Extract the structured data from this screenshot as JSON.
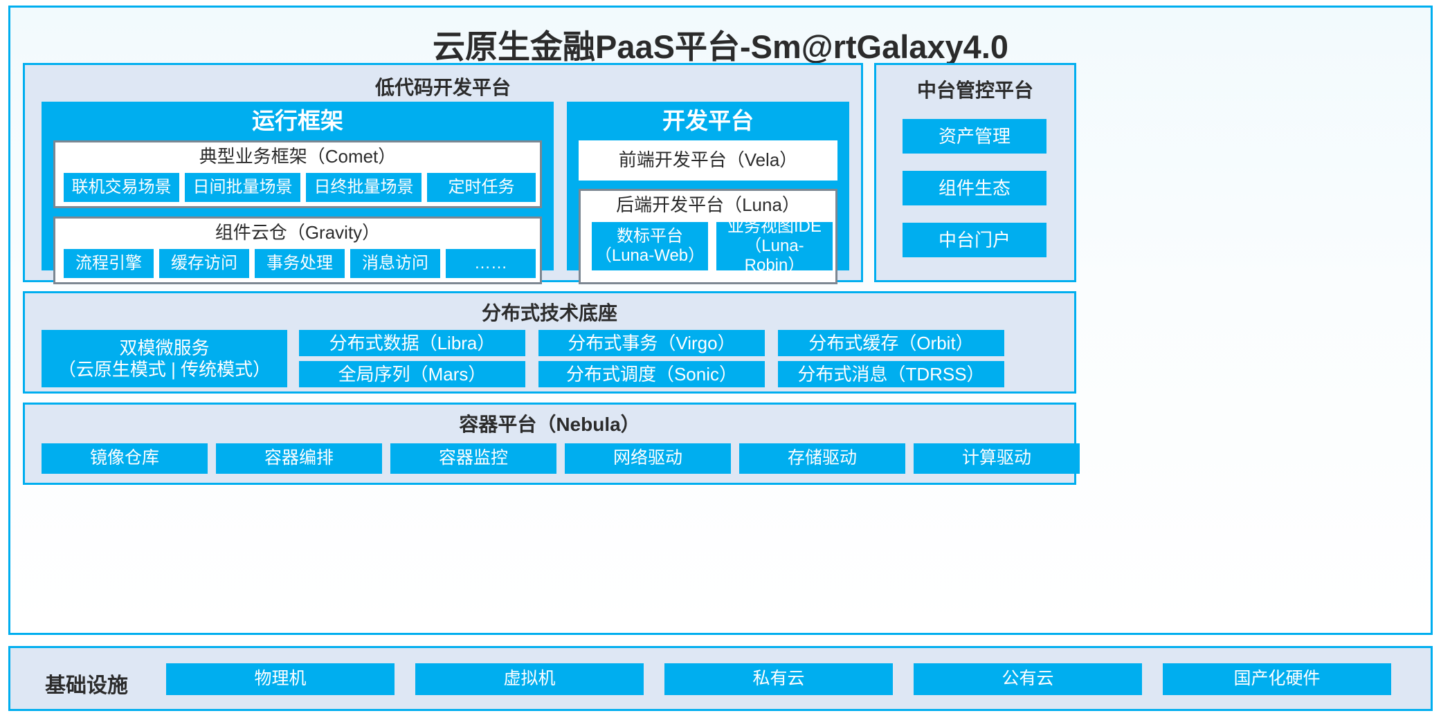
{
  "colors": {
    "accent_blue": "#00AEEF",
    "panel_bg": "#DEE7F4",
    "card_border_grey": "#7C8792",
    "frame_bg": "#F6FBFD",
    "text_dark": "#2B2B2B",
    "text_light": "#FFFFFF"
  },
  "header": {
    "title": "云原生金融PaaS平台-Sm@rtGalaxy4.0"
  },
  "lowcode": {
    "title": "低代码开发平台",
    "runtime": {
      "title": "运行框架",
      "comet": {
        "title": "典型业务框架（Comet）",
        "tiles": [
          "联机交易场景",
          "日间批量场景",
          "日终批量场景",
          "定时任务"
        ]
      },
      "gravity": {
        "title": "组件云仓（Gravity）",
        "tiles": [
          "流程引擎",
          "缓存访问",
          "事务处理",
          "消息访问",
          "……"
        ]
      }
    },
    "devplatform": {
      "title": "开发平台",
      "vela": {
        "title": "前端开发平台（Vela）"
      },
      "luna": {
        "title": "后端开发平台（Luna）",
        "tiles": [
          {
            "line1": "数标平台",
            "line2": "（Luna-Web）"
          },
          {
            "line1": "业务视图IDE",
            "line2": "（Luna-Robin）"
          }
        ]
      }
    }
  },
  "midplatform": {
    "title": "中台管控平台",
    "tiles": [
      "资产管理",
      "组件生态",
      "中台门户"
    ]
  },
  "foundation": {
    "title": "分布式技术底座",
    "big_tile": {
      "line1": "双模微服务",
      "line2": "（云原生模式 | 传统模式）"
    },
    "tiles": [
      "分布式数据（Libra）",
      "全局序列（Mars）",
      "分布式事务（Virgo）",
      "分布式调度（Sonic）",
      "分布式缓存（Orbit）",
      "分布式消息（TDRSS）"
    ]
  },
  "container": {
    "title": "容器平台（Nebula）",
    "tiles": [
      "镜像仓库",
      "容器编排",
      "容器监控",
      "网络驱动",
      "存储驱动",
      "计算驱动"
    ]
  },
  "infrastructure": {
    "label": "基础设施",
    "tiles": [
      "物理机",
      "虚拟机",
      "私有云",
      "公有云",
      "国产化硬件"
    ]
  }
}
